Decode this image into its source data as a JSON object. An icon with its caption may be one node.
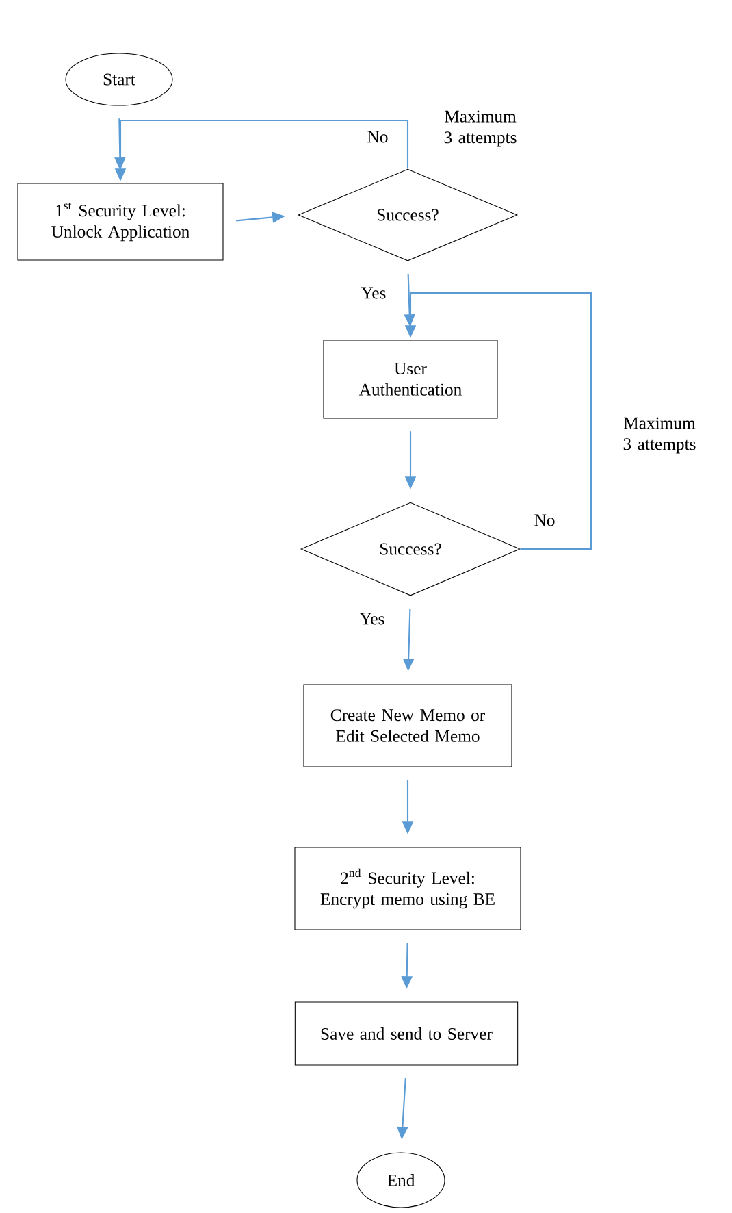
{
  "diagram": {
    "nodes": [
      {
        "text": [
          "Start"
        ]
      },
      {
        "text": [
          "1$^{st}$ Security Level: Unlock Application"
        ]
      },
      {
        "text": [
          "Success?"
        ]
      },
      {
        "text": [
          "User Authentication"
        ]
      },
      {
        "text": [
          "Success?"
        ]
      },
      {
        "text": [
          "Create New Memo or Edit Selected Memo"
        ]
      },
      {
        "text": [
          "2$^{nd}$ Security Level: Encrypt memo using BE"
        ]
      },
      {
        "text": [
          "Save and send to Server"
        ]
      },
      {
        "text": [
          "End"
        ]
      }
    ],
    "edges": [
      {
        "from": 0,
        "to": 1,
        "arrow": "to"
      },
      {
        "from": 1,
        "to": 2,
        "arrow": "to"
      },
      {
        "from": 2,
        "to": 1,
        "arrow": "to",
        "label": "No"
      },
      {
        "from": 2,
        "to": 3,
        "arrow": "to",
        "label": "Yes"
      },
      {
        "from": 3,
        "to": 4,
        "arrow": "to"
      },
      {
        "from": 4,
        "to": 3,
        "arrow": "to",
        "label": "No"
      },
      {
        "from": 4,
        "to": 5,
        "arrow": "to",
        "label": "Yes"
      },
      {
        "from": 5,
        "to": 6,
        "arrow": "to"
      },
      {
        "from": 6,
        "to": 7,
        "arrow": "to"
      },
      {
        "from": 7,
        "to": 8,
        "arrow": "to"
      }
    ],
    "labels": [
      "Maximum 3 attempts",
      "Maximum 3 attempts"
    ]
  }
}
